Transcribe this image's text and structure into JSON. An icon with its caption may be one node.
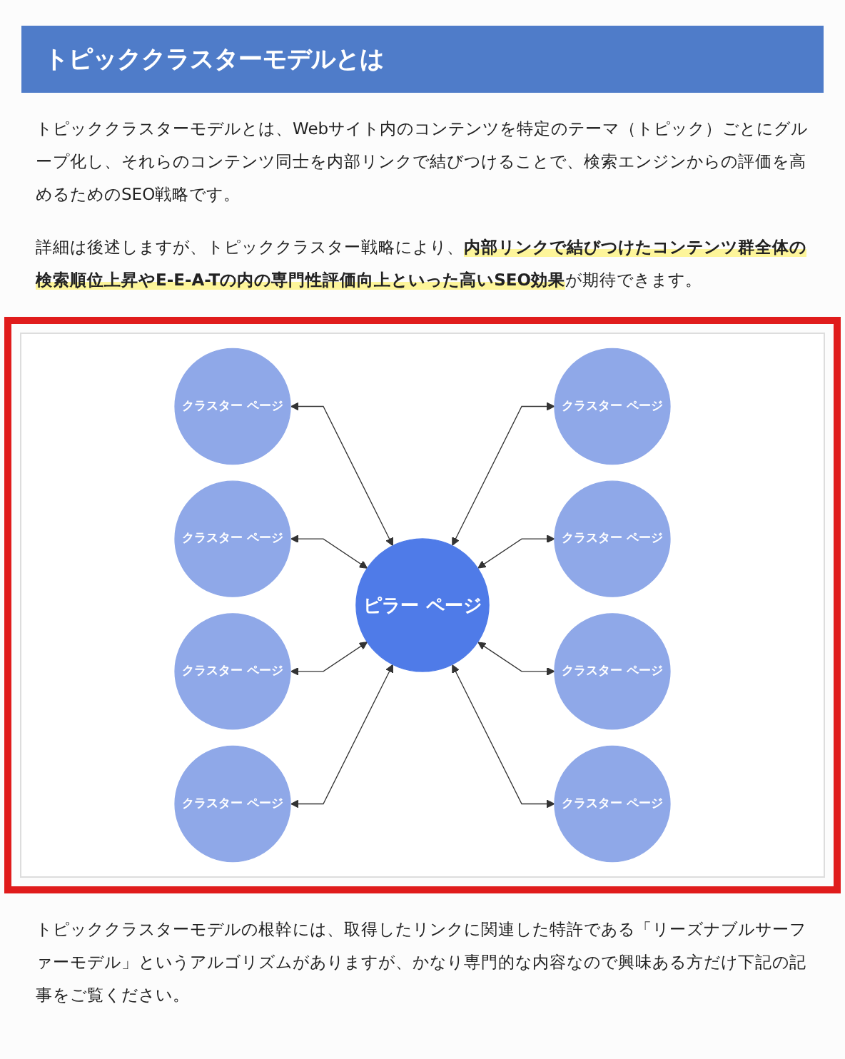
{
  "diagram": {
    "title": "トピッククラスターモデルとは",
    "nodes": [
      {
        "text": [
          "クラスター ページ"
        ]
      },
      {
        "text": [
          "クラスター ページ"
        ]
      },
      {
        "text": [
          "クラスター ページ"
        ]
      },
      {
        "text": [
          "クラスター ページ"
        ]
      },
      {
        "text": [
          "ピラー ページ"
        ]
      },
      {
        "text": [
          "クラスター ページ"
        ]
      },
      {
        "text": [
          "クラスター ページ"
        ]
      },
      {
        "text": [
          "クラスター ページ"
        ]
      },
      {
        "text": [
          "クラスター ページ"
        ]
      }
    ],
    "edges": [
      {
        "from": 0,
        "to": 4,
        "arrow": "both"
      },
      {
        "from": 1,
        "to": 4,
        "arrow": "both"
      },
      {
        "from": 4,
        "to": 2,
        "arrow": "both"
      },
      {
        "from": 3,
        "to": 4,
        "arrow": "both"
      },
      {
        "from": 4,
        "to": 5,
        "arrow": "both"
      },
      {
        "from": 6,
        "to": 4,
        "arrow": "both"
      },
      {
        "from": 4,
        "to": 7,
        "arrow": "both"
      },
      {
        "from": 4,
        "to": 8,
        "arrow": "both"
      }
    ],
    "labels": [
      "トピッククラスターモデルとは、Webサイト内のコンテンツを特定のテーマ（トピック）ごとにグループ化し、それらのコンテンツ同士を内部リンクで結びつけることで、検索エンジンからの評価を高めるためのSEO戦略です。",
      "詳細は後述しますが、トピッククラスター戦略により、**内部リンクで結びつけたコンテンツ群全体の検索順位上昇やE-E-A-Tの内の専門性評価向上といった高いSEO効果**が期待できます。",
      "トピッククラスターモデルの根幹には、取得したリンクに関連した特許である「リーズナブルサーファーモデル」というアルゴリズムがありますが、かなり専門的な内容なので興味ある方だけ下記の記事をご覧ください。"
    ]
  }
}
